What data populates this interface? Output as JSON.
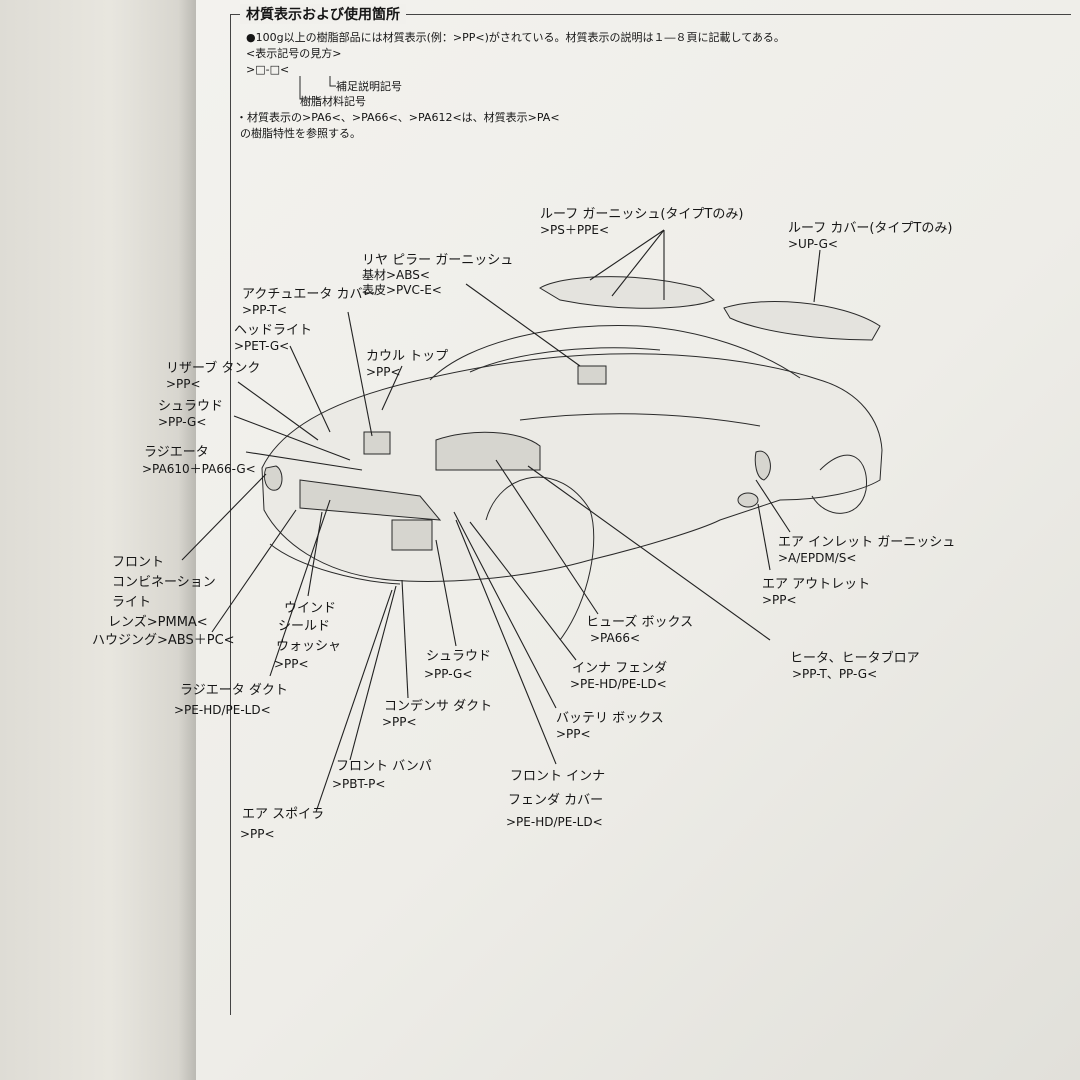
{
  "section_title": "材質表示および使用箇所",
  "intro": {
    "line1": "●100g以上の樹脂部品には材質表示(例：>PP<)がされている。材質表示の説明は１―８頁に記載してある。",
    "line2": "<表示記号の見方>",
    "notation": ">□-□<",
    "supplement_label": "補足説明記号",
    "resin_label": "樹脂材料記号",
    "line3": "・材質表示の>PA6<、>PA66<、>PA612<は、材質表示>PA<",
    "line4": "の樹脂特性を参照する。"
  },
  "parts": {
    "roof_garnish": {
      "name": "ルーフ ガーニッシュ(タイプTのみ)",
      "code": ">PS＋PPE<"
    },
    "roof_cover": {
      "name": "ルーフ カバー(タイプTのみ)",
      "code": ">UP-G<"
    },
    "rear_pillar": {
      "name": "リヤ ピラー ガーニッシュ",
      "base": "基材>ABS<",
      "skin": "表皮>PVC-E<"
    },
    "actuator_cover": {
      "name": "アクチュエータ カバー",
      "code": ">PP-T<"
    },
    "headlight": {
      "name": "ヘッドライト",
      "code": ">PET-G<"
    },
    "cowl_top": {
      "name": "カウル トップ",
      "code": ">PP<"
    },
    "reserve_tank": {
      "name": "リザーブ タンク",
      "code": ">PP<"
    },
    "shroud_left": {
      "name": "シュラウド",
      "code": ">PP-G<"
    },
    "radiator": {
      "name": "ラジエータ",
      "code": ">PA610＋PA66-G<"
    },
    "air_inlet": {
      "name": "エア インレット ガーニッシュ",
      "code": ">A/EPDM/S<"
    },
    "air_outlet": {
      "name": "エア アウトレット",
      "code": ">PP<"
    },
    "front_combination": {
      "l1": "フロント",
      "l2": "コンビネーション",
      "l3": "ライト",
      "l4": "レンズ>PMMA<",
      "l5": "ハウジング>ABS＋PC<"
    },
    "washer": {
      "l1": "ウインド",
      "l2": "シールド",
      "l3": "ウォッシャ",
      "code": ">PP<"
    },
    "fuse_box": {
      "name": "ヒューズ ボックス",
      "code": ">PA66<"
    },
    "heater": {
      "name": "ヒータ、ヒータブロア",
      "code": ">PP-T、PP-G<"
    },
    "shroud_center": {
      "name": "シュラウド",
      "code": ">PP-G<"
    },
    "inner_fender": {
      "name": "インナ フェンダ",
      "code": ">PE-HD/PE-LD<"
    },
    "radiator_duct": {
      "name": "ラジエータ ダクト",
      "code": ">PE-HD/PE-LD<"
    },
    "condenser_duct": {
      "name": "コンデンサ ダクト",
      "code": ">PP<"
    },
    "battery_box": {
      "name": "バッテリ ボックス",
      "code": ">PP<"
    },
    "front_bumper": {
      "name": "フロント バンパ",
      "code": ">PBT-P<"
    },
    "front_inner_fender_cover": {
      "l1": "フロント インナ",
      "l2": "フェンダ カバー",
      "code": ">PE-HD/PE-LD<"
    },
    "air_spoiler": {
      "name": "エア スポイラ",
      "code": ">PP<"
    }
  }
}
